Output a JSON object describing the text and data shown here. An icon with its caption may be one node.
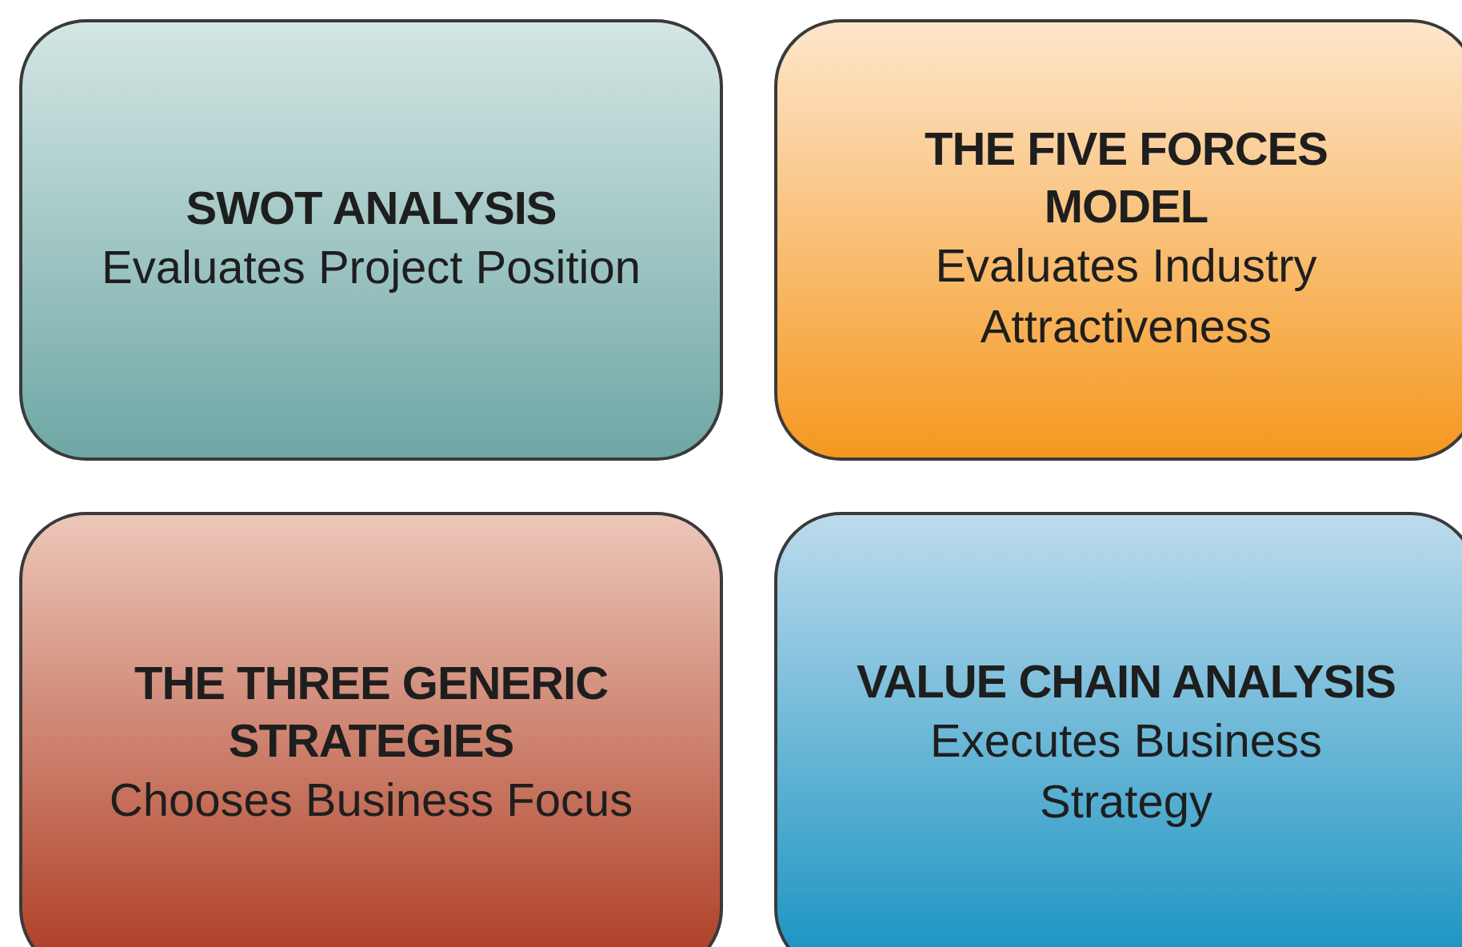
{
  "diagram": {
    "nodes": [
      {
        "text": [
          "SWOT ANALYSIS",
          "Evaluates Project Position"
        ]
      },
      {
        "text": [
          "THE FIVE FORCES MODEL",
          "Evaluates Industry Attractiveness"
        ]
      },
      {
        "text": [
          "THE THREE GENERIC STRATEGIES",
          "Chooses Business Focus"
        ]
      },
      {
        "text": [
          "VALUE CHAIN ANALYSIS",
          "Executes Business Strategy"
        ]
      }
    ]
  }
}
